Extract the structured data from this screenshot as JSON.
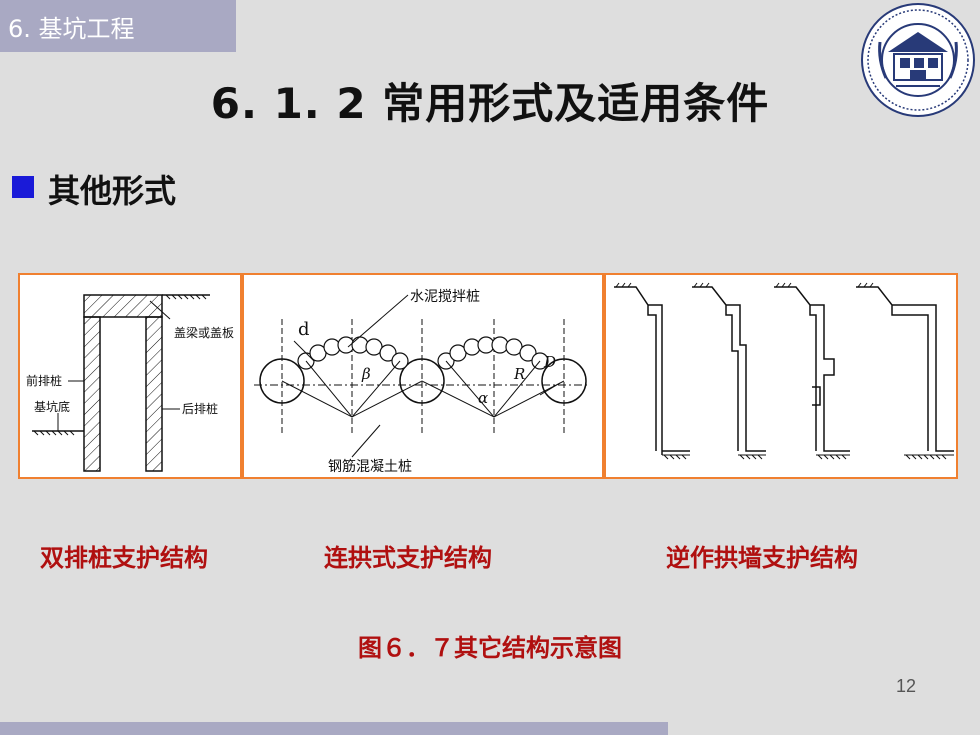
{
  "header": {
    "chapter": "6. 基坑工程"
  },
  "title": "6. 1. 2 常用形式及适用条件",
  "section": "其他形式",
  "diagrams": {
    "double_row": {
      "cap": "盖梁或盖板",
      "front": "前排桩",
      "bottom": "基坑底",
      "rear": "后排桩"
    },
    "arch": {
      "cement": "水泥搅拌桩",
      "concrete": "钢筋混凝土桩",
      "d": "d",
      "beta": "β",
      "alpha": "α",
      "R": "R",
      "D": "D"
    }
  },
  "captions": {
    "double_row": "双排桩支护结构",
    "arch": "连拱式支护结构",
    "reverse": "逆作拱墙支护结构"
  },
  "figure_caption": "图６．７其它结构示意图",
  "page_number": "12",
  "colors": {
    "accent": "#a9a9c3",
    "bullet": "#1a1ad8",
    "caption": "#b01010",
    "panel_border": "#f08030"
  }
}
